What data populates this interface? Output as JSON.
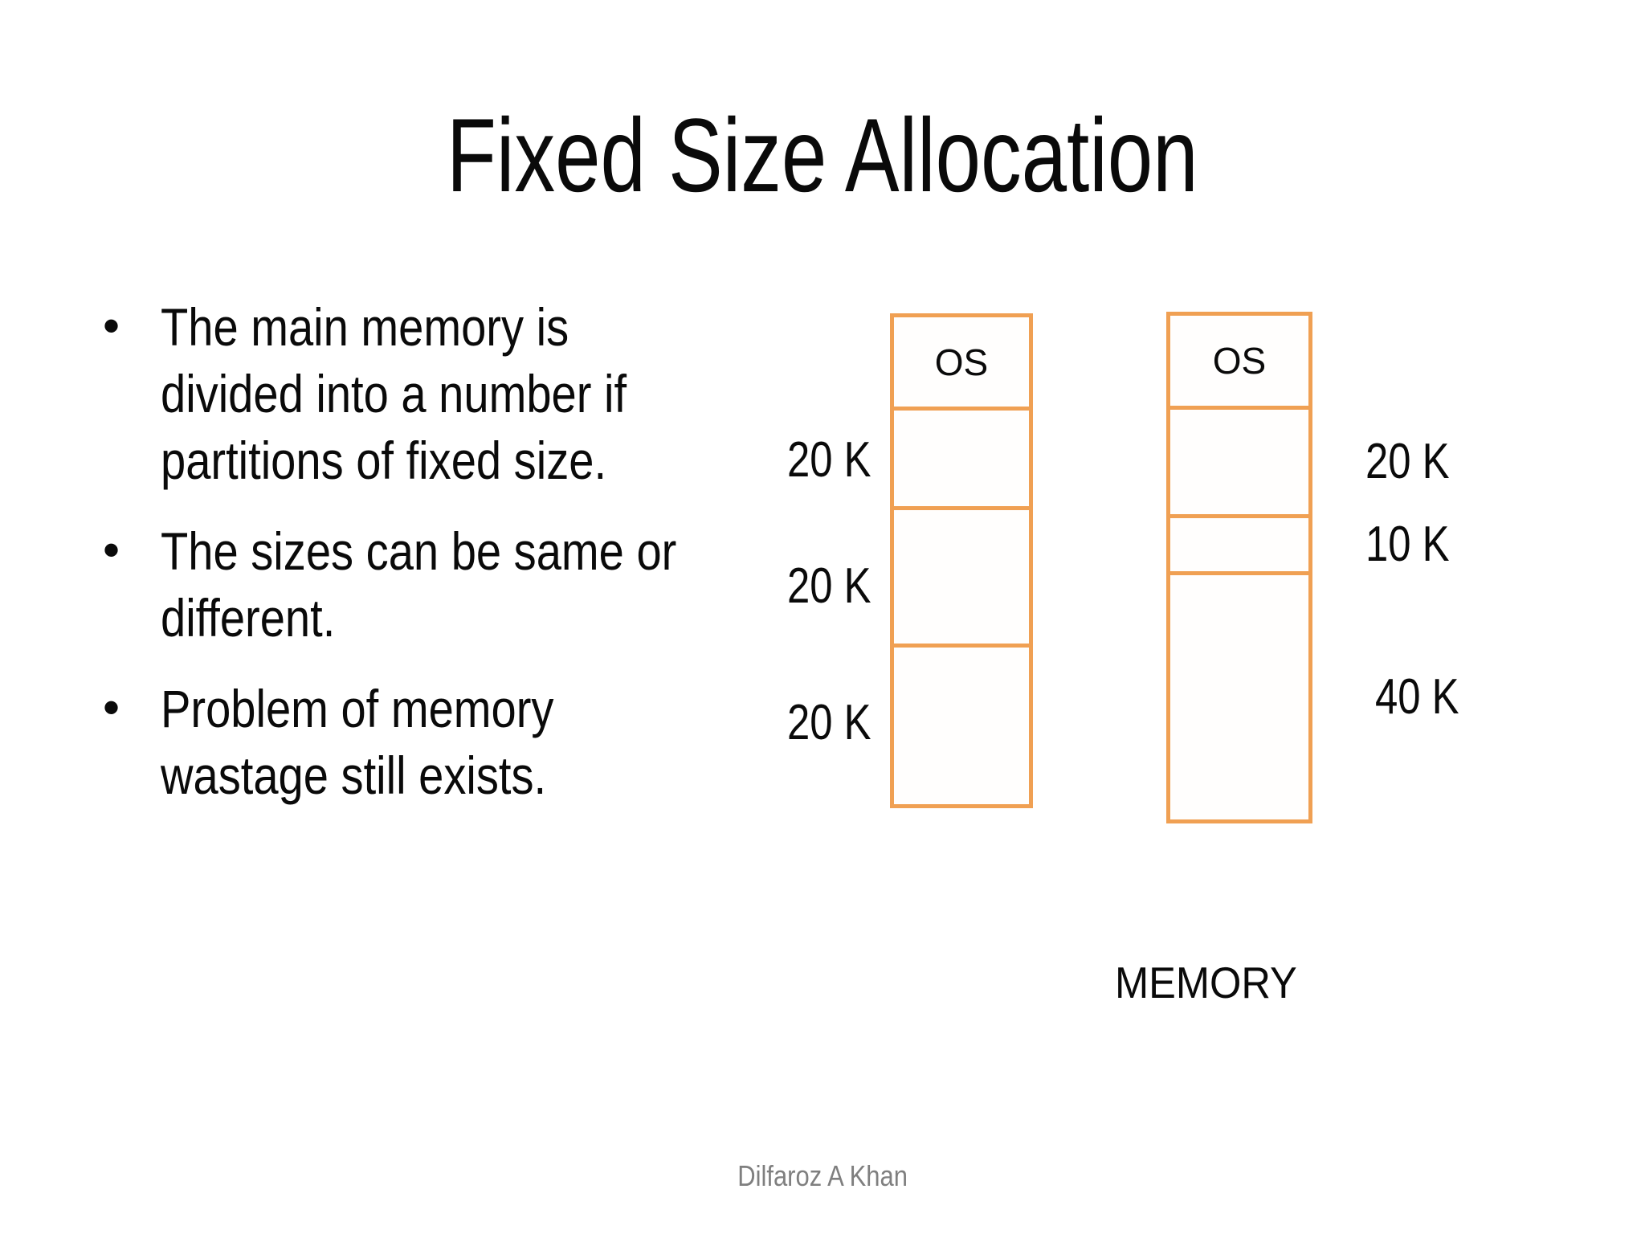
{
  "slide": {
    "title": "Fixed Size Allocation",
    "bullet_char": "•",
    "bullets": [
      {
        "lines": [
          "The main memory is",
          "divided into a number if",
          "partitions of fixed size."
        ]
      },
      {
        "lines": [
          "The sizes can be same or",
          "different."
        ]
      },
      {
        "lines": [
          "Problem of memory",
          "wastage still exists."
        ]
      }
    ],
    "footer": "Dilfaroz A Khan"
  },
  "diagram": {
    "caption": "MEMORY",
    "left_column": {
      "os_label": "OS",
      "partitions": [
        {
          "label": "20 K"
        },
        {
          "label": "20 K"
        },
        {
          "label": "20 K"
        }
      ]
    },
    "right_column": {
      "os_label": "OS",
      "partitions": [
        {
          "label": "20 K"
        },
        {
          "label": "10 K"
        },
        {
          "label": "40 K"
        }
      ]
    },
    "colors": {
      "border": "#F0A053",
      "text": "#000000",
      "footer_text": "#7F7F7F"
    }
  }
}
